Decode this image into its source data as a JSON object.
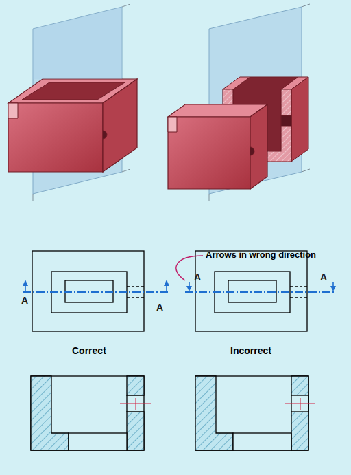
{
  "diagram": {
    "labels": [
      "Arrows in wrong direction",
      "A",
      "A",
      "A",
      "A",
      "Correct",
      "Incorrect"
    ]
  }
}
